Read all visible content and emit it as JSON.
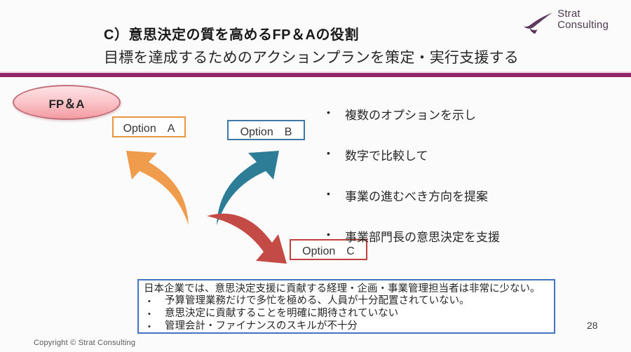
{
  "slide": {
    "title": "C）意思決定の質を高めるFP＆Aの役割",
    "subtitle": "目標を達成するためのアクションプランを策定・実行支援する",
    "page_number": "28",
    "footer": "Copyright © Strat Consulting",
    "accent_line_color": "#93276a",
    "background_color": "#fcfbfb"
  },
  "logo": {
    "line1": "Strat",
    "line2": "Consulting",
    "mark_color": "#5d3960",
    "text_color": "#4c3a4e"
  },
  "diagram": {
    "source_label": "FP＆A",
    "ellipse_fill_top": "#fde2e4",
    "ellipse_fill_bottom": "#f49ba1",
    "ellipse_border": "#c1707a",
    "options": [
      {
        "label": "Option　A",
        "border_color": "#e8973f"
      },
      {
        "label": "Option　B",
        "border_color": "#3c78a8"
      },
      {
        "label": "Option　C",
        "border_color": "#c0403c"
      }
    ],
    "arrow_colors": {
      "a": "#f09c4d",
      "b": "#2e7d96",
      "c": "#c44b45"
    }
  },
  "bullet_char": "•",
  "bullets": [
    "複数のオプションを示し",
    "数字で比較して",
    "事業の進むべき方向を提案",
    "事業部門長の意思決定を支援"
  ],
  "note_box": {
    "border_color": "#4472c4",
    "heading": "日本企業では、意思決定支援に貢献する経理・企画・事業管理担当者は非常に少ない。",
    "items": [
      "予算管理業務だけで多忙を極める、人員が十分配置されていない。",
      "意思決定に貢献することを明確に期待されていない",
      "管理会計・ファイナンスのスキルが不十分"
    ]
  }
}
